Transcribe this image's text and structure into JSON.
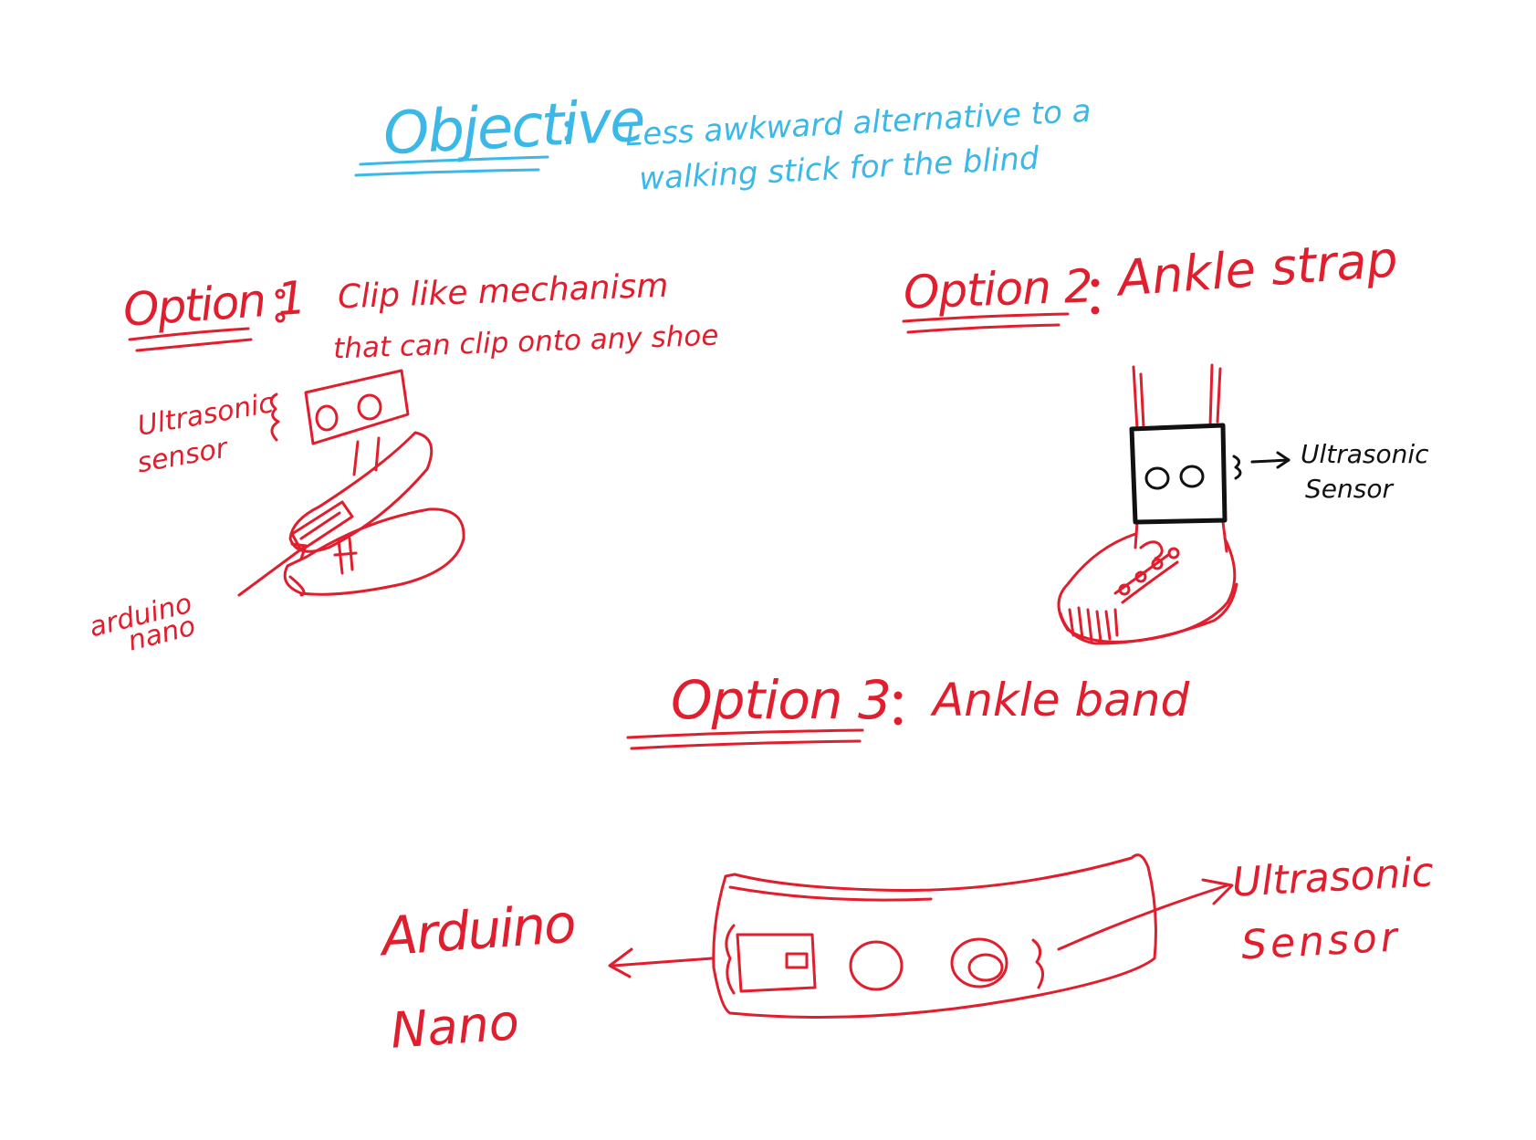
{
  "objective": {
    "heading": "Objective",
    "text_line1": "Less awkward alternative to a",
    "text_line2": "walking stick for the blind"
  },
  "option1": {
    "heading": "Option 1",
    "text_line1": "Clip like mechanism",
    "text_line2": "that can clip onto any shoe",
    "sensor_label_line1": "Ultrasonic",
    "sensor_label_line2": "sensor",
    "arduino_label_line1": "arduino",
    "arduino_label_line2": "nano"
  },
  "option2": {
    "heading": "Option 2",
    "text": "Ankle strap",
    "sensor_label_line1": "Ultrasonic",
    "sensor_label_line2": "Sensor"
  },
  "option3": {
    "heading": "Option 3",
    "text": "Ankle band",
    "arduino_label_line1": "Arduino",
    "arduino_label_line2": "Nano",
    "sensor_label_line1": "Ultrasonic",
    "sensor_label_line2": "Sensor"
  },
  "colors": {
    "objective_ink": "#3bb8e8",
    "options_ink": "#e01e2d",
    "strap_ink": "#111111",
    "background": "#ffffff"
  }
}
